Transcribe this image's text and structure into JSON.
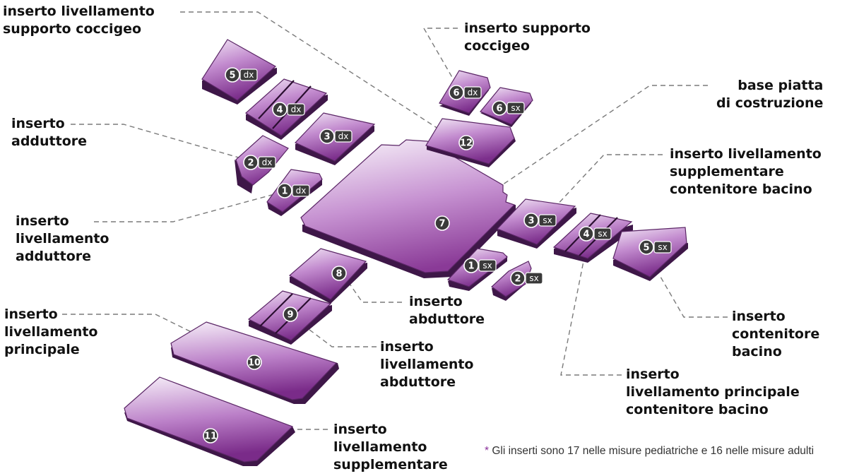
{
  "labels": {
    "supporto_coccigeo_livellamento": [
      "inserto livellamento",
      "supporto coccigeo"
    ],
    "supporto_coccigeo": [
      "inserto supporto",
      "coccigeo"
    ],
    "base_piatta": [
      "base piatta",
      "di costruzione"
    ],
    "adduttore": [
      "inserto",
      "adduttore"
    ],
    "livellamento_supplementare_bacino": [
      "inserto livellamento",
      "supplementare",
      "contenitore bacino"
    ],
    "livellamento_adduttore": [
      "inserto",
      "livellamento",
      "adduttore"
    ],
    "abduttore": [
      "inserto",
      "abduttore"
    ],
    "livellamento_principale": [
      "inserto",
      "livellamento",
      "principale"
    ],
    "contenitore_bacino": [
      "inserto",
      "contenitore",
      "bacino"
    ],
    "livellamento_abduttore": [
      "inserto",
      "livellamento",
      "abduttore"
    ],
    "livellamento_principale_bacino": [
      "inserto",
      "livellamento principale",
      "contenitore bacino"
    ],
    "livellamento_supplementare": [
      "inserto",
      "livellamento",
      "supplementare"
    ]
  },
  "badges": [
    {
      "num": "5",
      "side": "dx"
    },
    {
      "num": "4",
      "side": "dx"
    },
    {
      "num": "3",
      "side": "dx"
    },
    {
      "num": "2",
      "side": "dx"
    },
    {
      "num": "1",
      "side": "dx"
    },
    {
      "num": "6",
      "side": "dx"
    },
    {
      "num": "6",
      "side": "sx"
    },
    {
      "num": "12",
      "side": ""
    },
    {
      "num": "7",
      "side": ""
    },
    {
      "num": "3",
      "side": "sx"
    },
    {
      "num": "4",
      "side": "sx"
    },
    {
      "num": "5",
      "side": "sx"
    },
    {
      "num": "1",
      "side": "sx"
    },
    {
      "num": "2",
      "side": "sx"
    },
    {
      "num": "8",
      "side": ""
    },
    {
      "num": "9",
      "side": ""
    },
    {
      "num": "10",
      "side": ""
    },
    {
      "num": "11",
      "side": ""
    }
  ],
  "footnote": {
    "star": "*",
    "text": "Gli inserti sono 17 nelle misure pediatriche e 16 nelle misure adulti"
  },
  "colors": {
    "piece_light": "#f1e6f4",
    "piece_dark": "#8a3a97",
    "piece_deep": "#5e1f6a",
    "badge": "#3a3a3a",
    "leader_line": "#7a7a7a"
  }
}
